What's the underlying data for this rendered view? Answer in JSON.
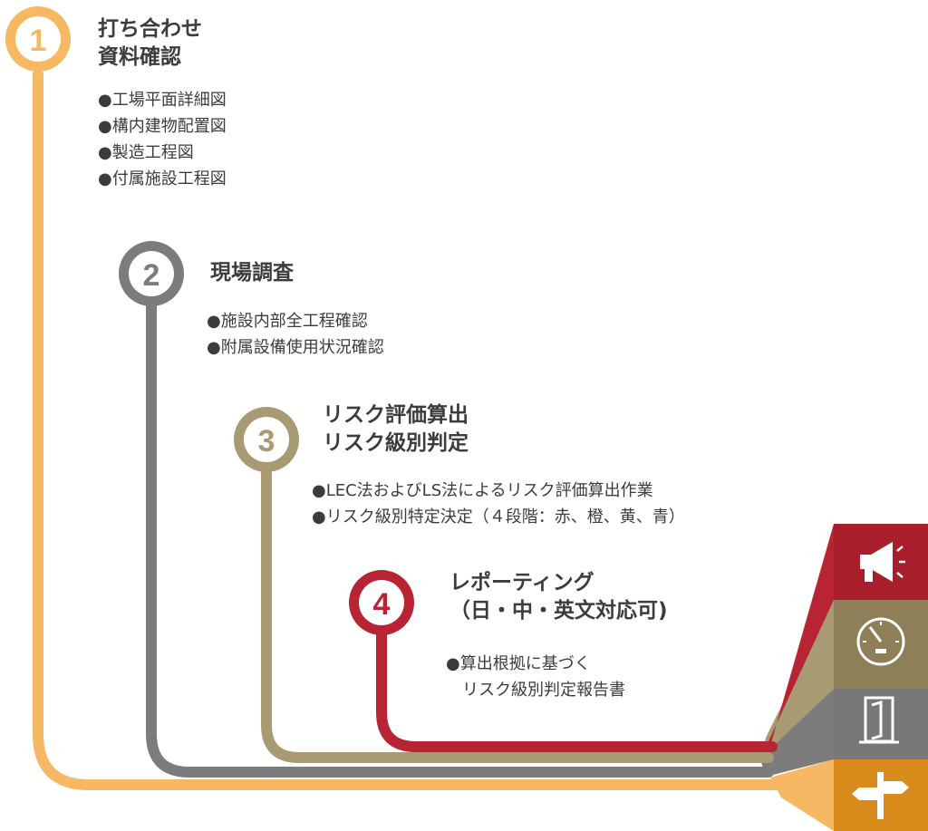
{
  "steps": [
    {
      "number": "1",
      "title_lines": [
        "打ち合わせ",
        "資料確認"
      ],
      "items": [
        "●工場平面詳細図",
        "●構内建物配置図",
        "●製造工程図",
        "●付属施設工程図"
      ],
      "color": "#f6b863"
    },
    {
      "number": "2",
      "title_lines": [
        "現場調査"
      ],
      "items": [
        "●施設内部全工程確認",
        "●附属設備使用状況確認"
      ],
      "color": "#7c7c7c"
    },
    {
      "number": "3",
      "title_lines": [
        "リスク評価算出",
        "リスク級別判定"
      ],
      "items": [
        "●LEC法およびLS法によるリスク評価算出作業",
        "●リスク級別特定決定（４段階：赤、橙、黄、青）"
      ],
      "color": "#a89a72"
    },
    {
      "number": "4",
      "title_lines": [
        "レポーティング",
        "（日・中・英文対応可)"
      ],
      "items": [
        "●算出根拠に基づく",
        "　リスク級別判定報告書"
      ],
      "color": "#b92434"
    }
  ],
  "side_icons": [
    "megaphone-icon",
    "gauge-icon",
    "door-icon",
    "signpost-icon"
  ],
  "colors": {
    "text": "#3c3c3c",
    "icon_red_block": "#a81f2b",
    "icon_khaki_block": "#8f7f58",
    "icon_gray_block": "#777777",
    "icon_orange_block": "#d98c1b"
  }
}
